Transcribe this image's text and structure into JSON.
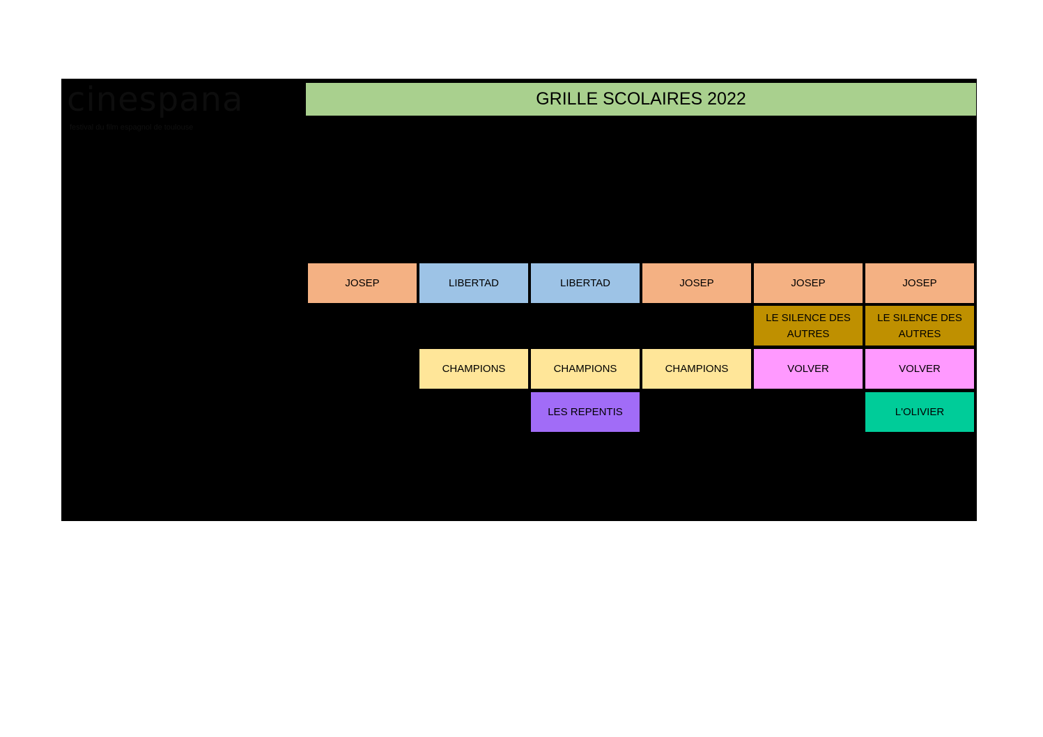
{
  "logo": {
    "wordmark": "cinespana",
    "tagline": "festival du film espagnol de toulouse"
  },
  "title": "GRILLE SCOLAIRES 2022",
  "colors": {
    "title_bg": "#a9d08e",
    "josep": "#f4b183",
    "libertad": "#9dc3e6",
    "le_silence_des_autres": "#bf9000",
    "champions": "#ffe699",
    "volver": "#ff99ff",
    "les_repentis": "#a16cf7",
    "lolivier": "#00cc99"
  },
  "grid": {
    "columns": 6,
    "rows": [
      [
        "JOSEP",
        "LIBERTAD",
        "LIBERTAD",
        "JOSEP",
        "JOSEP",
        "JOSEP"
      ],
      [
        "",
        "",
        "",
        "",
        "LE SILENCE DES AUTRES",
        "LE SILENCE DES AUTRES"
      ],
      [
        "",
        "CHAMPIONS",
        "CHAMPIONS",
        "CHAMPIONS",
        "VOLVER",
        "VOLVER"
      ],
      [
        "",
        "",
        "LES REPENTIS",
        "",
        "",
        "L'OLIVIER"
      ]
    ]
  }
}
